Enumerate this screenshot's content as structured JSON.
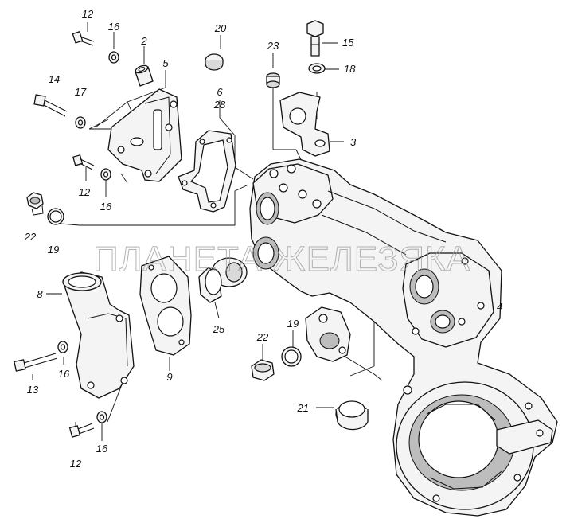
{
  "watermark": "ПЛАНЕТА ЖЕЛЕЗЯКА",
  "callouts": {
    "c1": "2",
    "c2": "3",
    "c3": "4",
    "c4": "5",
    "c5": "6",
    "c6": "28",
    "c7": "8",
    "c8": "9",
    "c9": "12",
    "c10": "12",
    "c11": "12",
    "c12": "13",
    "c13": "14",
    "c14": "15",
    "c15": "16",
    "c16": "16",
    "c17": "16",
    "c18": "16",
    "c19": "17",
    "c20": "18",
    "c21": "19",
    "c22": "19",
    "c23": "20",
    "c24": "21",
    "c25": "22",
    "c26": "22",
    "c27": "23",
    "c28": "25"
  }
}
